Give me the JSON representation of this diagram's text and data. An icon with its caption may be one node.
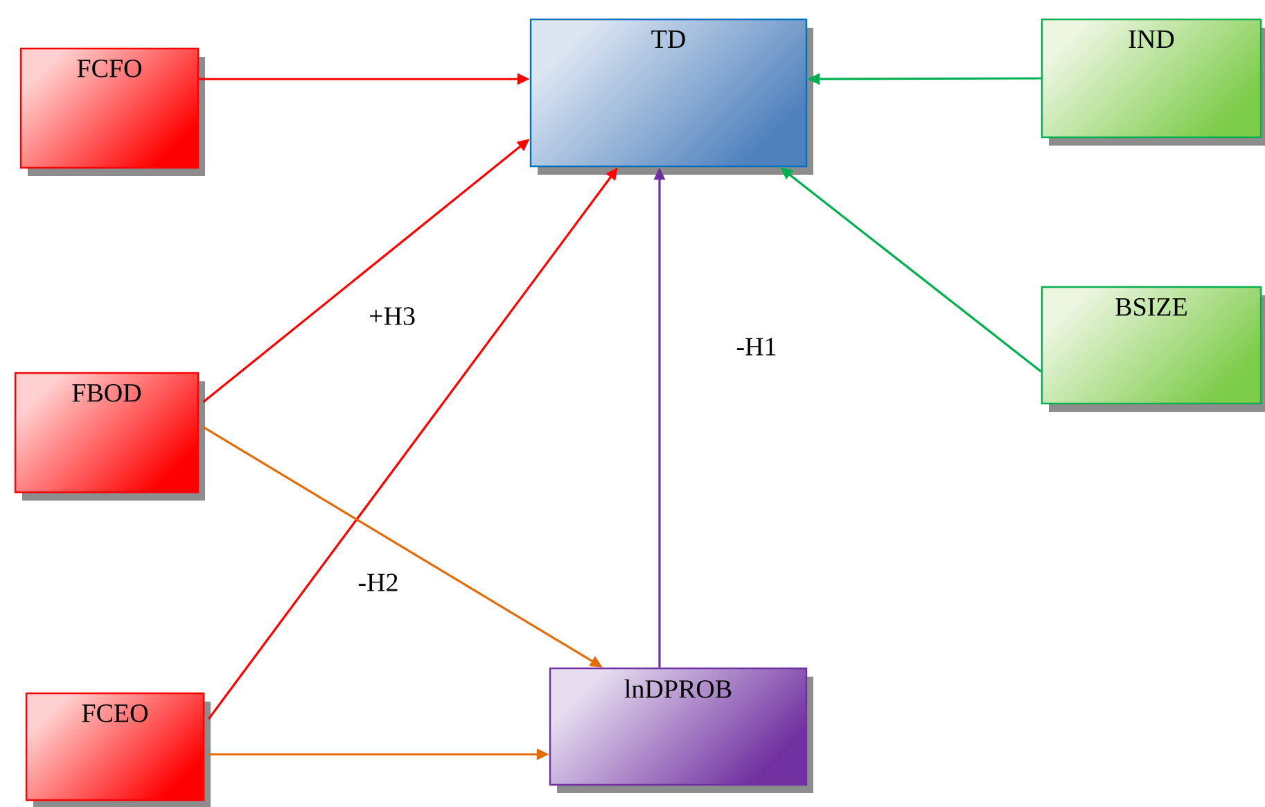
{
  "diagram": {
    "nodes": [
      {
        "text": [
          "FCFO"
        ]
      },
      {
        "text": [
          "TD"
        ]
      },
      {
        "text": [
          "IND"
        ]
      },
      {
        "text": [
          "BSIZE"
        ]
      },
      {
        "text": [
          "FBOD"
        ]
      },
      {
        "text": [
          "FCEO"
        ]
      },
      {
        "text": [
          "lnDPROB"
        ]
      }
    ],
    "edges": [
      {
        "from": 0,
        "to": 1,
        "arrow": "to"
      },
      {
        "from": 4,
        "to": 1,
        "arrow": "to",
        "label": "+H3"
      },
      {
        "from": 5,
        "to": 1,
        "arrow": "to",
        "label": "-H2"
      },
      {
        "from": 2,
        "to": 1,
        "arrow": "to",
        "color": "#00b050"
      },
      {
        "from": 3,
        "to": 1,
        "arrow": "to",
        "color": "#00b050"
      },
      {
        "from": 4,
        "to": 6,
        "arrow": "to",
        "color": "#e36c09"
      },
      {
        "from": 5,
        "to": 6,
        "arrow": "to",
        "color": "#e36c09"
      },
      {
        "from": 6,
        "to": 1,
        "arrow": "to",
        "color": "#7030a0",
        "label": "-H1"
      }
    ]
  }
}
